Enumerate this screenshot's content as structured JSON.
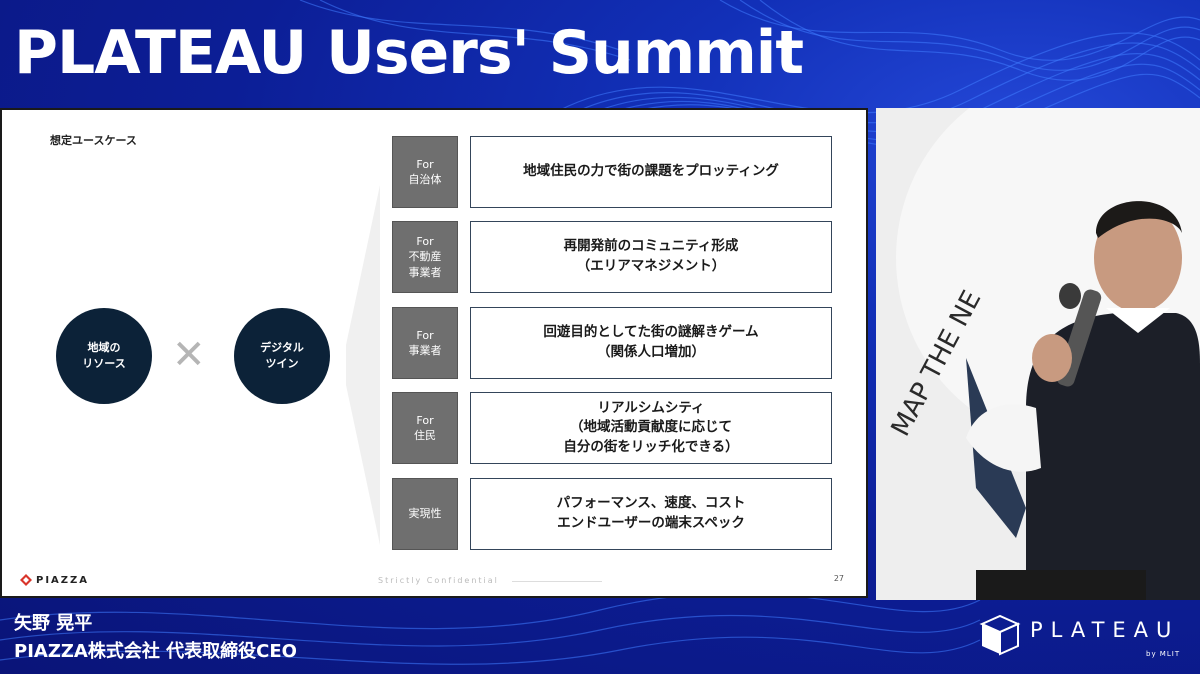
{
  "event": {
    "title": "PLATEAU Users' Summit"
  },
  "slide": {
    "heading": "想定ユースケース",
    "circle_left": "地域の\nリソース",
    "circle_right": "デジタル\nツイン",
    "times_symbol": "✕",
    "rows": [
      {
        "tag": "For\n自治体",
        "text": "地域住民の力で街の課題をプロッティング"
      },
      {
        "tag": "For\n不動産\n事業者",
        "text": "再開発前のコミュニティ形成\n（エリアマネジメント）"
      },
      {
        "tag": "For\n事業者",
        "text": "回遊目的としてた街の謎解きゲーム\n（関係人口増加）"
      },
      {
        "tag": "For\n住民",
        "text": "リアルシムシティ\n（地域活動貢献度に応じて\n自分の街をリッチ化できる）"
      },
      {
        "tag": "実現性",
        "text": "パフォーマンス、速度、コスト\nエンドユーザーの端末スペック"
      }
    ],
    "logo": "PIAZZA",
    "confidential": "Strictly Confidential",
    "page": "27"
  },
  "backdrop_text": "MAP THE NE",
  "caption": {
    "name": "矢野 晃平",
    "role": "PIAZZA株式会社 代表取締役CEO"
  },
  "brand": {
    "name": "PLATEAU",
    "sub": "by MLIT"
  },
  "colors": {
    "background": "#0b1a8a",
    "circle": "#0c2238",
    "tag": "#6f6f6f",
    "box_border": "#34455a",
    "logo_accent": "#d9352b"
  }
}
